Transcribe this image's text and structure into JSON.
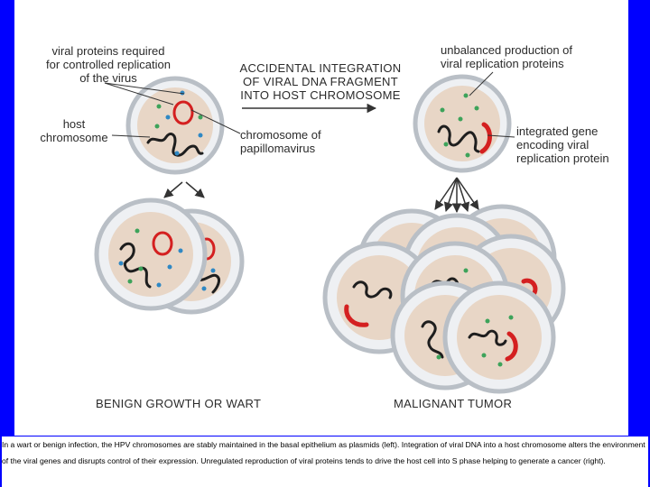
{
  "labels": {
    "viral_proteins_required": "viral proteins required\nfor controlled replication\nof the virus",
    "host_chromosome": "host\nchromosome",
    "chromosome_of_papillomavirus": "chromosome of\npapillomavirus",
    "accidental_integration": "ACCIDENTAL INTEGRATION\nOF VIRAL DNA FRAGMENT\nINTO HOST CHROMOSOME",
    "unbalanced_production": "unbalanced production of\nviral replication proteins",
    "integrated_gene": "integrated gene\nencoding viral\nreplication protein",
    "benign_growth": "BENIGN GROWTH OR WART",
    "malignant_tumor": "MALIGNANT TUMOR"
  },
  "caption": "In a wart or benign infection, the HPV chromosomes are stably maintained in the basal epithelium as plasmids (left). Integration of viral DNA into a host chromosome alters the environment of the viral genes and disrupts control of their expression. Unregulated reproduction of viral proteins tends to drive the host cell into S phase helping to generate a cancer (right).",
  "colors": {
    "background": "#0000ff",
    "cell_ring": "#b9bfc6",
    "nucleus": "#e8d6c6",
    "chromosome": "#1e1e1e",
    "viral_plasmid": "#d42020",
    "protein_green": "#3da35a",
    "protein_blue": "#2f88c4"
  }
}
